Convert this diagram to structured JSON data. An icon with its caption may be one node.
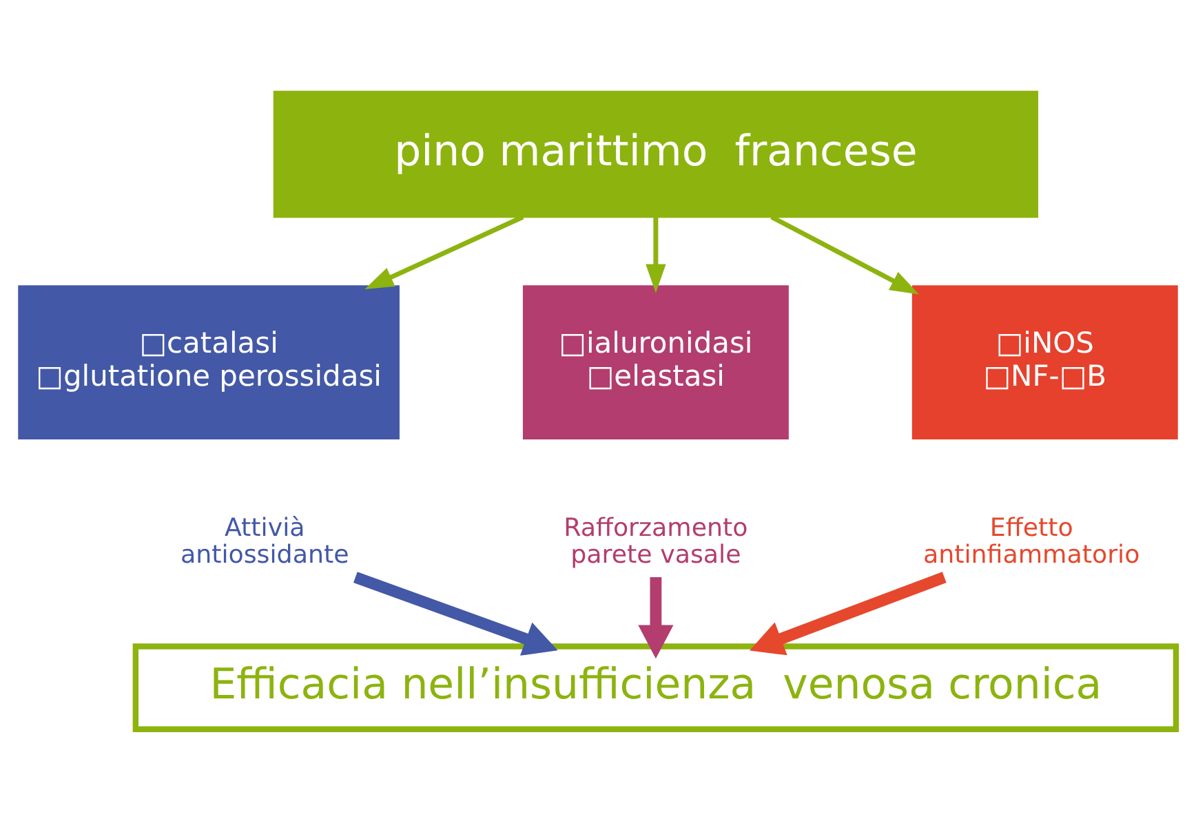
{
  "diagram": {
    "nodes": [
      {
        "text": [
          "pino marittimo  francese"
        ]
      },
      {
        "text": [
          "□catalasi",
          "□glutatione perossidasi"
        ]
      },
      {
        "text": [
          "□ialuronidasi",
          "□elastasi"
        ]
      },
      {
        "text": [
          "□iNOS",
          "□NF-□B"
        ]
      },
      {
        "text": [
          "Attivià antiossidante"
        ]
      },
      {
        "text": [
          "Rafforzamento parete vasale"
        ]
      },
      {
        "text": [
          "Effetto antinfiammatorio"
        ]
      },
      {
        "text": [
          "Efficacia nell’insufficienza  venosa cronica"
        ]
      }
    ],
    "edges": [
      {
        "from": 0,
        "to": 1,
        "arrow": "to"
      },
      {
        "from": 0,
        "to": 2,
        "arrow": "to"
      },
      {
        "from": 0,
        "to": 3,
        "arrow": "to"
      },
      {
        "from": 4,
        "to": 7,
        "arrow": "to",
        "style": "thick",
        "color": "#4358a6"
      },
      {
        "from": 5,
        "to": 7,
        "arrow": "to",
        "style": "thick",
        "color": "#b23d6e"
      },
      {
        "from": 6,
        "to": 7,
        "arrow": "to",
        "style": "thick",
        "color": "#e5482d"
      }
    ]
  }
}
